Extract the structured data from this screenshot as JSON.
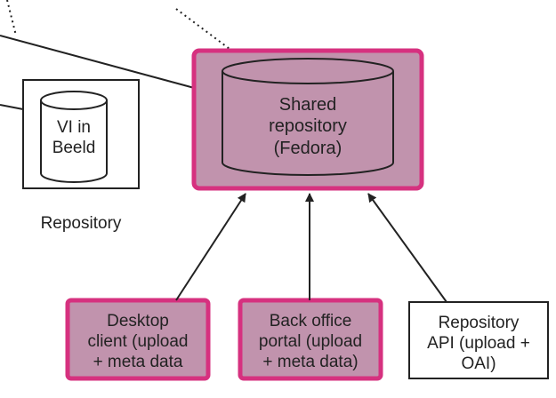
{
  "colors": {
    "accent_border": "#d6317f",
    "box_fill": "#c193ad",
    "stroke": "#222222",
    "background": "#ffffff"
  },
  "left_repository": {
    "cylinder_label_line1": "VI in",
    "cylinder_label_line2": "Beeld",
    "caption": "Repository"
  },
  "shared_repository": {
    "line1": "Shared",
    "line2": "repository",
    "line3": "(Fedora)"
  },
  "clients": [
    {
      "line1": "Desktop",
      "line2": "client (upload",
      "line3": "+ meta data"
    },
    {
      "line1": "Back office",
      "line2": "portal (upload",
      "line3": "+ meta data)"
    },
    {
      "line1": "Repository",
      "line2": "API (upload +",
      "line3": "OAI)"
    }
  ]
}
